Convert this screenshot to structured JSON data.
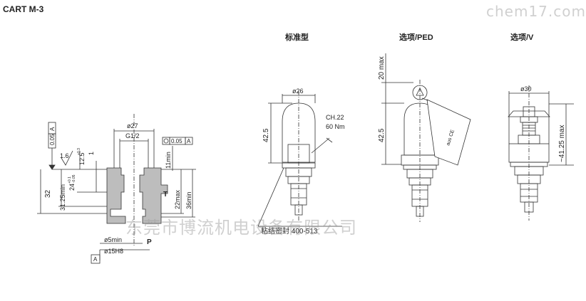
{
  "title": "CART  M-3",
  "headers": {
    "standard": "标准型",
    "ped": "选项/PED",
    "v": "选项/V"
  },
  "cavity": {
    "tol1": "0.05",
    "datum": "A",
    "roughness": "1.6",
    "d27": "ø27",
    "thread": "G1/2",
    "tol2": "0.05",
    "dim_125": "12.5",
    "sup_125": "+0.3",
    "dim_1": "1",
    "dim_24": "24",
    "sup_24": "+0.1",
    "sub_24": "-0.05",
    "dim_3125": "31.25min",
    "dim_32": "32",
    "dim_11": "11min",
    "dim_22": "22max",
    "dim_36": "36min",
    "port_t": "T",
    "port_p": "P",
    "d5": "ø5min",
    "d15": "ø15H8",
    "datum_bottom": "A"
  },
  "standard_view": {
    "d26": "ø26",
    "h425": "42.5",
    "ch22": "CH.22",
    "torque": "60 Nm",
    "seal": "粘结密封 400-513"
  },
  "ped_view": {
    "h20": "20 max",
    "h425": "42.5"
  },
  "v_view": {
    "d30": "ø30",
    "h4125": "~41.25 max"
  },
  "watermark": {
    "top": "chem17.com",
    "bottom": "东莞市博流机电设备有限公司"
  }
}
